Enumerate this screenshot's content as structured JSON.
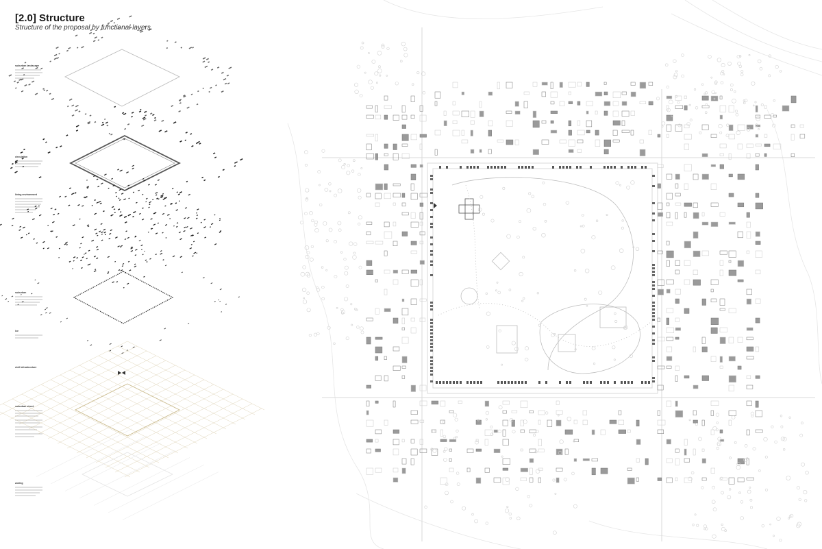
{
  "header": {
    "title": "[2.0] Structure",
    "subtitle": "Structure of the proposal by functional layers"
  },
  "layers": [
    {
      "id": "landscape",
      "label": "suburban landscape"
    },
    {
      "id": "circulation",
      "label": "circulation"
    },
    {
      "id": "living",
      "label": "living environment"
    },
    {
      "id": "suburban",
      "label": "suburban"
    },
    {
      "id": "ice",
      "label": "ice"
    },
    {
      "id": "infra",
      "label": "civil infrastructure"
    },
    {
      "id": "street",
      "label": "suburban street"
    },
    {
      "id": "zoning",
      "label": "zoning"
    }
  ],
  "colors": {
    "line": "#222222",
    "faint": "#c8c8c8",
    "road": "#e2e2e2",
    "accent_tan": "#c9b98a"
  }
}
